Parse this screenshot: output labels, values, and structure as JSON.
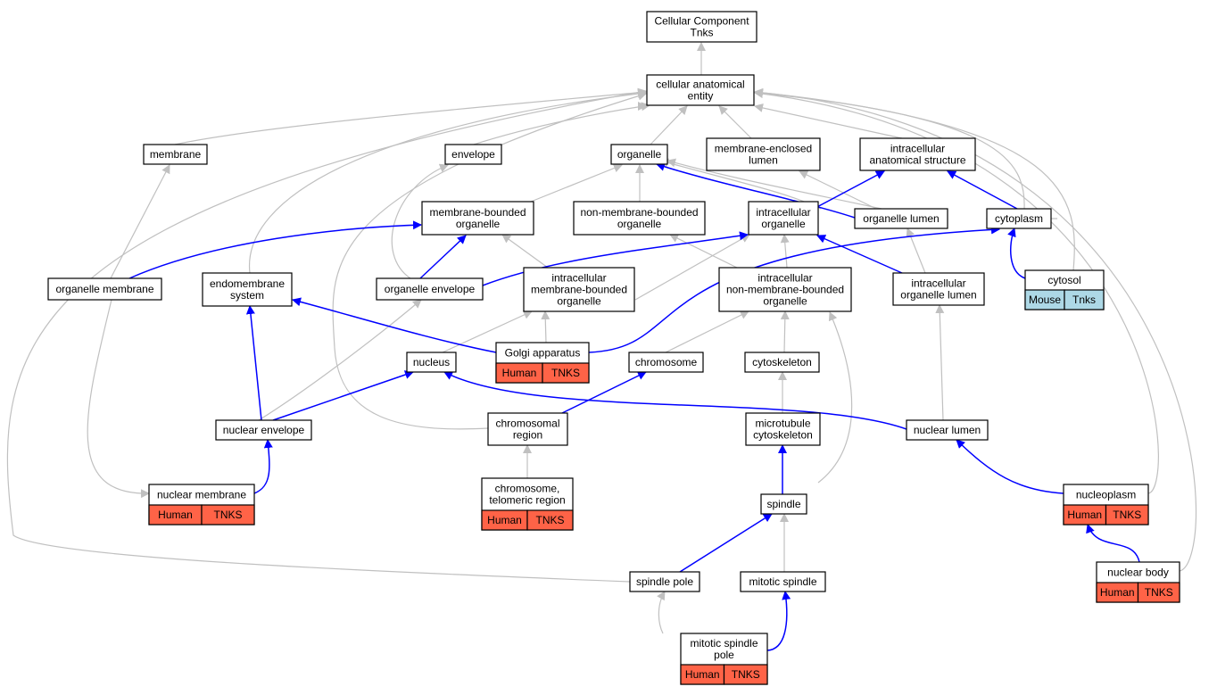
{
  "diagram": {
    "colors": {
      "gray_edge": "#c0c0c0",
      "blue_edge": "#0000ff",
      "human_badge": "#ff6347",
      "mouse_badge": "#add8e6",
      "node_border": "#000000",
      "node_fill": "#ffffff"
    },
    "nodes": [
      {
        "id": "root",
        "lines": [
          "Cellular Component",
          "Tnks"
        ]
      },
      {
        "id": "cae",
        "lines": [
          "cellular anatomical",
          "entity"
        ]
      },
      {
        "id": "membrane",
        "lines": [
          "membrane"
        ]
      },
      {
        "id": "envelope",
        "lines": [
          "envelope"
        ]
      },
      {
        "id": "organelle",
        "lines": [
          "organelle"
        ]
      },
      {
        "id": "mel",
        "lines": [
          "membrane-enclosed",
          "lumen"
        ]
      },
      {
        "id": "ias",
        "lines": [
          "intracellular",
          "anatomical structure"
        ]
      },
      {
        "id": "mbo",
        "lines": [
          "membrane-bounded",
          "organelle"
        ]
      },
      {
        "id": "nmbo",
        "lines": [
          "non-membrane-bounded",
          "organelle"
        ]
      },
      {
        "id": "io",
        "lines": [
          "intracellular",
          "organelle"
        ]
      },
      {
        "id": "ol",
        "lines": [
          "organelle lumen"
        ]
      },
      {
        "id": "cytoplasm",
        "lines": [
          "cytoplasm"
        ]
      },
      {
        "id": "om",
        "lines": [
          "organelle membrane"
        ]
      },
      {
        "id": "es",
        "lines": [
          "endomembrane",
          "system"
        ]
      },
      {
        "id": "oe",
        "lines": [
          "organelle envelope"
        ]
      },
      {
        "id": "imbo",
        "lines": [
          "intracellular",
          "membrane-bounded",
          "organelle"
        ]
      },
      {
        "id": "inmbo",
        "lines": [
          "intracellular",
          "non-membrane-bounded",
          "organelle"
        ]
      },
      {
        "id": "iol",
        "lines": [
          "intracellular",
          "organelle lumen"
        ]
      },
      {
        "id": "cytosol",
        "lines": [
          "cytosol"
        ],
        "badges": [
          "Mouse",
          "Tnks"
        ],
        "badge_color": "mouse"
      },
      {
        "id": "golgi",
        "lines": [
          "Golgi apparatus"
        ],
        "badges": [
          "Human",
          "TNKS"
        ],
        "badge_color": "human"
      },
      {
        "id": "nucleus",
        "lines": [
          "nucleus"
        ]
      },
      {
        "id": "chromosome",
        "lines": [
          "chromosome"
        ]
      },
      {
        "id": "cytoskeleton",
        "lines": [
          "cytoskeleton"
        ]
      },
      {
        "id": "ne",
        "lines": [
          "nuclear envelope"
        ]
      },
      {
        "id": "cr",
        "lines": [
          "chromosomal",
          "region"
        ]
      },
      {
        "id": "mtc",
        "lines": [
          "microtubule",
          "cytoskeleton"
        ]
      },
      {
        "id": "nl",
        "lines": [
          "nuclear lumen"
        ]
      },
      {
        "id": "nm",
        "lines": [
          "nuclear membrane"
        ],
        "badges": [
          "Human",
          "TNKS"
        ],
        "badge_color": "human"
      },
      {
        "id": "ctr",
        "lines": [
          "chromosome,",
          "telomeric region"
        ],
        "badges": [
          "Human",
          "TNKS"
        ],
        "badge_color": "human"
      },
      {
        "id": "spindle",
        "lines": [
          "spindle"
        ]
      },
      {
        "id": "np",
        "lines": [
          "nucleoplasm"
        ],
        "badges": [
          "Human",
          "TNKS"
        ],
        "badge_color": "human"
      },
      {
        "id": "sp",
        "lines": [
          "spindle pole"
        ]
      },
      {
        "id": "ms",
        "lines": [
          "mitotic spindle"
        ]
      },
      {
        "id": "nb",
        "lines": [
          "nuclear body"
        ],
        "badges": [
          "Human",
          "TNKS"
        ],
        "badge_color": "human"
      },
      {
        "id": "msp",
        "lines": [
          "mitotic spindle",
          "pole"
        ],
        "badges": [
          "Human",
          "TNKS"
        ],
        "badge_color": "human"
      }
    ]
  }
}
